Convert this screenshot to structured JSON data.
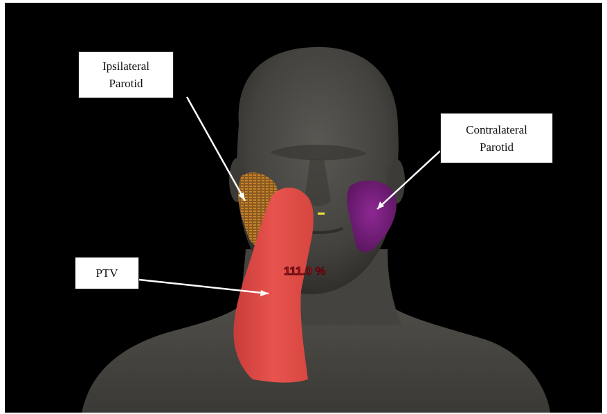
{
  "labels": {
    "ipsilateral": {
      "line1": "Ipsilateral",
      "line2": "Parotid"
    },
    "contralateral": {
      "line1": "Contralateral",
      "line2": "Parotid"
    },
    "ptv": "PTV"
  },
  "dose_readout": "111.0 %",
  "colors": {
    "background": "#000000",
    "body": "#4b4945",
    "ptv": "#e2504c",
    "ipsilateral_parotid": "#b5772a",
    "contralateral_parotid": "#7b1f80",
    "arrow": "#ffffff"
  }
}
